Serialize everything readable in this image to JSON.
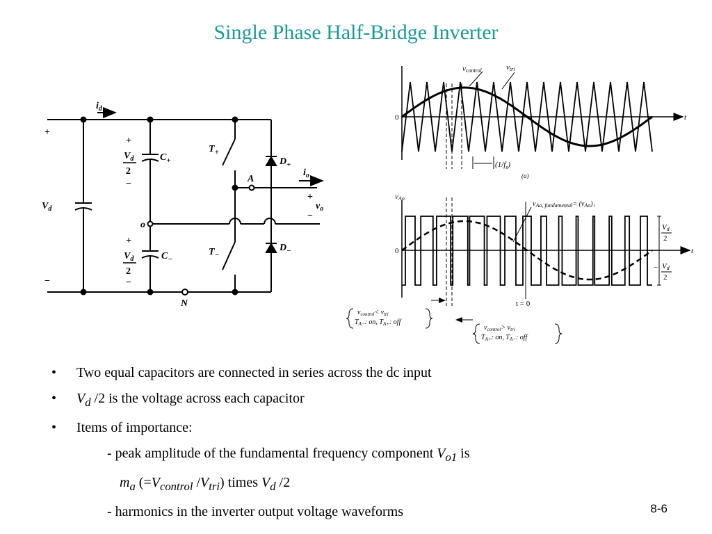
{
  "slide": {
    "title": "Single Phase Half-Bridge Inverter",
    "page_number": "8-6"
  },
  "circuit": {
    "id_label": "i",
    "id_sub": "d",
    "plus": "+",
    "minus": "−",
    "vd_label": "V",
    "vd_sub": "d",
    "half_num": "V",
    "half_num_sub": "d",
    "half_den": "2",
    "cplus": "C",
    "cplus_sign": "+",
    "cminus": "C",
    "cminus_sign": "−",
    "o_node": "o",
    "t_plus": "T",
    "t_plus_sign": "+",
    "t_minus": "T",
    "t_minus_sign": "−",
    "d_plus": "D",
    "d_plus_sign": "+",
    "d_minus": "D",
    "d_minus_sign": "−",
    "a_node": "A",
    "io_label": "i",
    "io_sub": "o",
    "vo_label": "v",
    "vo_sub": "o",
    "n_node": "N"
  },
  "waveforms": {
    "top": {
      "v_control": "v",
      "v_control_sub": "control",
      "v_tri": "v",
      "v_tri_sub": "tri",
      "zero": "0",
      "t": "t",
      "period": "(1/f",
      "period_sub": "s",
      "period_close": ")",
      "panel": "(a)"
    },
    "bottom": {
      "vao": "v",
      "vao_sub": "Ao",
      "zero": "0",
      "t": "t",
      "fund_label": "v",
      "fund_sub": "Ao, fundamental",
      "fund_eq": "= (v",
      "fund_eq_sub": "Ao",
      "fund_eq_end": ")₁",
      "vd_top": "V",
      "vd_top_sub": "d",
      "two_top": "2",
      "minus_sign": "−",
      "vd_bot": "V",
      "vd_bot_sub": "d",
      "two_bot": "2",
      "t_zero": "t = 0",
      "cond1_a": "v",
      "cond1_a_sub": "control",
      "cond1_op": "< v",
      "cond1_b_sub": "tri",
      "cond1_state": "T",
      "cond1_state_sub": "A−",
      "cond1_rest": ": on, T",
      "cond1_rest_sub": "A+",
      "cond1_end": ": off",
      "cond2_a": "v",
      "cond2_a_sub": "control",
      "cond2_op": "> v",
      "cond2_b_sub": "tri",
      "cond2_state": "T",
      "cond2_state_sub": "A+",
      "cond2_rest": ": on, T",
      "cond2_rest_sub": "A−",
      "cond2_end": ": off"
    }
  },
  "bullets": {
    "b1": "Two equal capacitors are connected in series across the dc input",
    "b2_v": "V",
    "b2_sub": "d",
    "b2_rest": " /2 is the voltage across each capacitor",
    "b3": "Items of importance:",
    "dot": "•",
    "s1_pre": "-  peak amplitude of the fundamental frequency component ",
    "s1_v": "V",
    "s1_sub": "o1",
    "s1_post": " is",
    "s2_m": "m",
    "s2_m_sub": "a",
    "s2_open": " (=",
    "s2_v1": "V",
    "s2_v1_sub": "control",
    "s2_slash": " /",
    "s2_v2": "V",
    "s2_v2_sub": "tri",
    "s2_close": ") times ",
    "s2_v3": "V",
    "s2_v3_sub": "d",
    "s2_end": " /2",
    "s3": "- harmonics in the inverter output voltage waveforms"
  }
}
